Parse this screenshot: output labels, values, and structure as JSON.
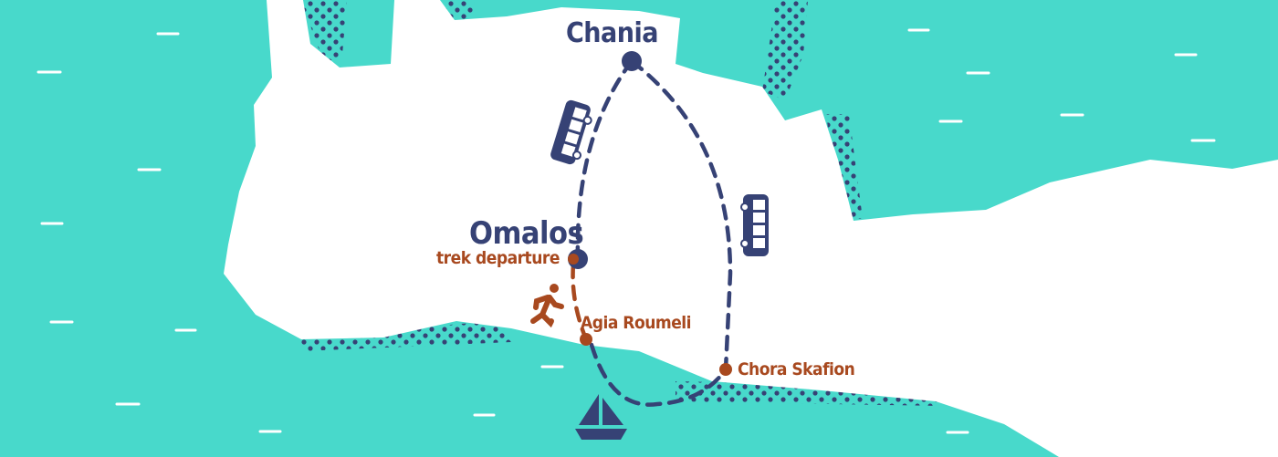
{
  "map": {
    "colors": {
      "sea": "#48d9cb",
      "land": "#ffffff",
      "route": "#364275",
      "trek": "#a8491f"
    },
    "places": {
      "chania": "Chania",
      "omalos": "Omalos",
      "trek_departure": "trek departure",
      "agia_roumeli": "Agia Roumeli",
      "chora_skafion": "Chora Skafion"
    },
    "icons": [
      "bus-icon",
      "bus-icon",
      "hiker-icon",
      "sailboat-icon"
    ]
  }
}
